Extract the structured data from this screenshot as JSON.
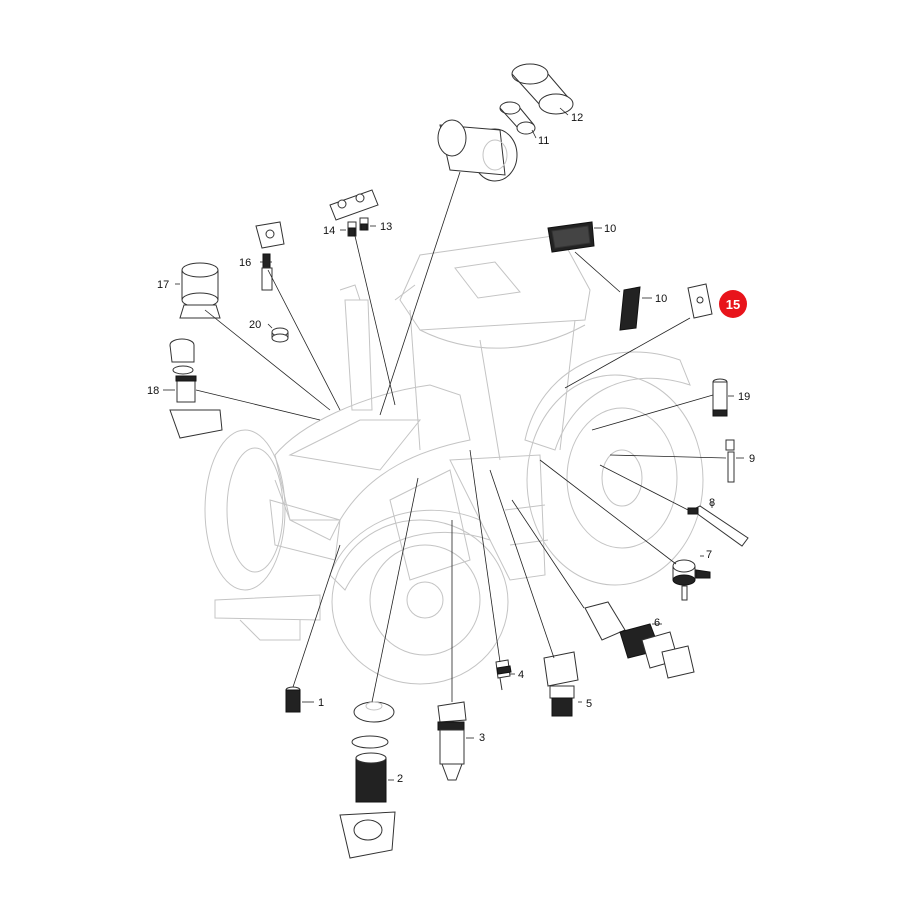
{
  "diagram": {
    "highlight_color": "#e8141b",
    "highlighted_part": "15",
    "callouts": [
      {
        "id": "c1",
        "label": "1"
      },
      {
        "id": "c2",
        "label": "2"
      },
      {
        "id": "c3",
        "label": "3"
      },
      {
        "id": "c4",
        "label": "4"
      },
      {
        "id": "c5",
        "label": "5"
      },
      {
        "id": "c6",
        "label": "6"
      },
      {
        "id": "c7",
        "label": "7"
      },
      {
        "id": "c8",
        "label": "8"
      },
      {
        "id": "c9",
        "label": "9"
      },
      {
        "id": "c10a",
        "label": "10"
      },
      {
        "id": "c10b",
        "label": "10"
      },
      {
        "id": "c11",
        "label": "11"
      },
      {
        "id": "c12",
        "label": "12"
      },
      {
        "id": "c13",
        "label": "13"
      },
      {
        "id": "c14",
        "label": "14"
      },
      {
        "id": "c15",
        "label": "15"
      },
      {
        "id": "c16",
        "label": "16"
      },
      {
        "id": "c17",
        "label": "17"
      },
      {
        "id": "c18",
        "label": "18"
      },
      {
        "id": "c19",
        "label": "19"
      },
      {
        "id": "c20",
        "label": "20"
      }
    ]
  }
}
